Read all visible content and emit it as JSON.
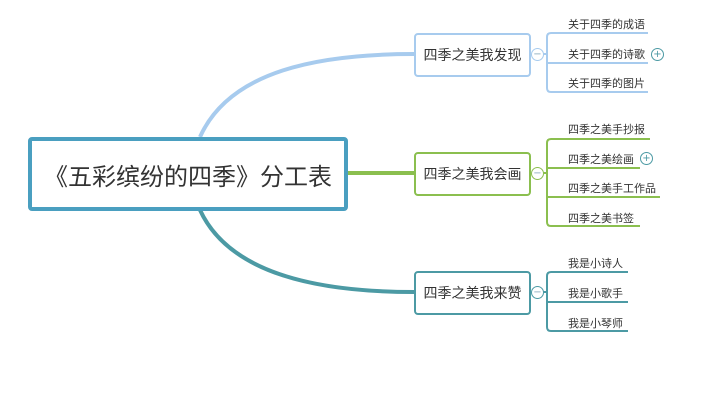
{
  "central": {
    "title": "《五彩缤纷的四季》分工表",
    "color": "#4a9fc0"
  },
  "branches": [
    {
      "label": "四季之美我发现",
      "color": "#a7cbee",
      "toggle": "−",
      "children": [
        "关于四季的成语",
        "关于四季的诗歌",
        "关于四季的图片"
      ],
      "expand_icon": "+"
    },
    {
      "label": "四季之美我会画",
      "color": "#8bbf4f",
      "toggle": "−",
      "children": [
        "四季之美手抄报",
        "四季之美绘画",
        "四季之美手工作品",
        "四季之美书签"
      ],
      "expand_icon": "+"
    },
    {
      "label": "四季之美我来赞",
      "color": "#4c9aa4",
      "toggle": "−",
      "children": [
        "我是小诗人",
        "我是小歌手",
        "我是小琴师"
      ]
    }
  ]
}
